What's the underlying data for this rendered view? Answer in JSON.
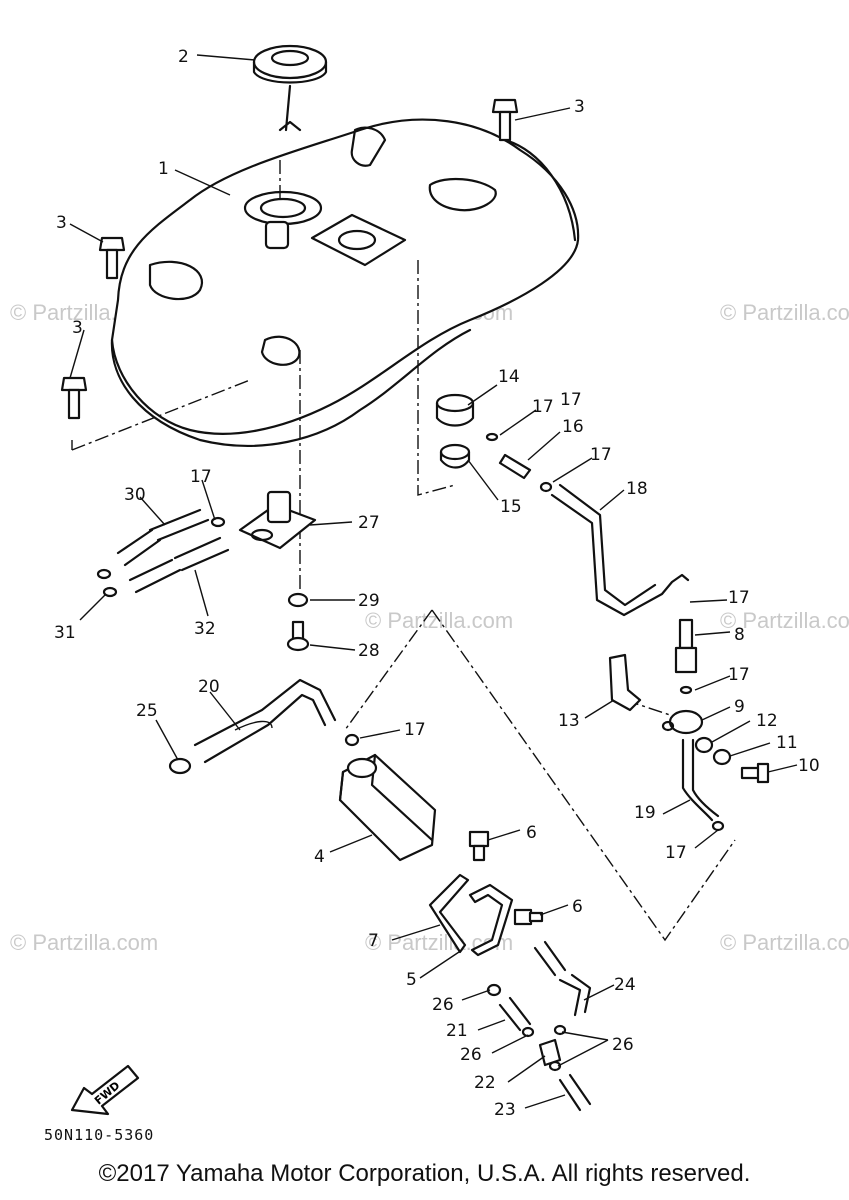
{
  "diagram": {
    "code": "50N110-5360",
    "fwd_label": "FWD",
    "callouts": [
      "1",
      "2",
      "3",
      "3",
      "3",
      "4",
      "5",
      "6",
      "6",
      "7",
      "8",
      "9",
      "10",
      "11",
      "12",
      "13",
      "14",
      "15",
      "16",
      "17",
      "17",
      "17",
      "17",
      "17",
      "17",
      "17",
      "17",
      "18",
      "19",
      "20",
      "21",
      "22",
      "23",
      "24",
      "25",
      "26",
      "26",
      "26",
      "27",
      "28",
      "29",
      "30",
      "31",
      "32"
    ]
  },
  "watermarks": [
    "© Partzilla.com",
    "© Partzilla.com",
    "© Partzilla.com",
    "© Partzilla.com",
    "© Partzilla.com",
    "© Partzilla.com",
    "© Partzilla.com",
    "© Partzilla.com"
  ],
  "footer": {
    "copyright": "©2017  Yamaha Motor Corporation, U.S.A. All rights reserved."
  }
}
